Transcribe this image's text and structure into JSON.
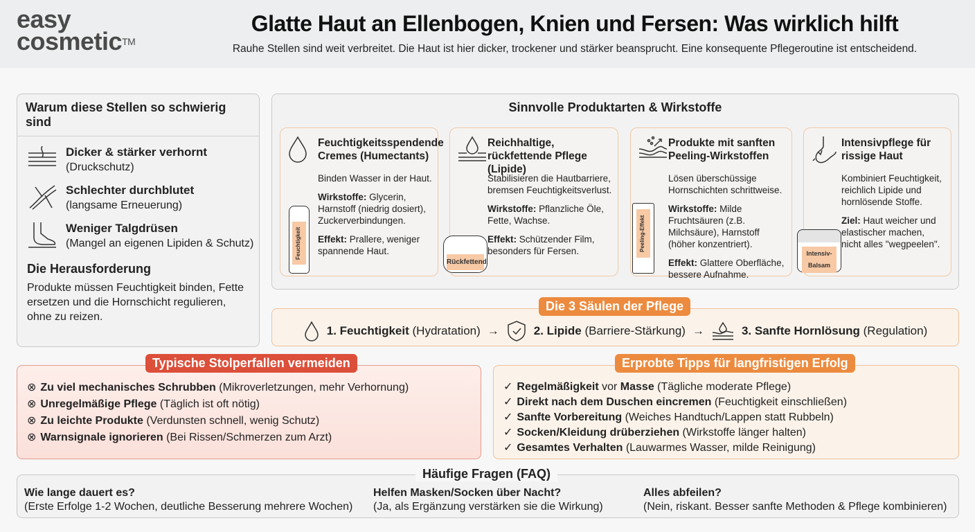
{
  "header": {
    "logo_line1": "easy",
    "logo_line2": "cosmetic",
    "logo_tm": "TM",
    "title": "Glatte Haut an Ellenbogen, Knien und Fersen: Was wirklich hilft",
    "subtitle": "Rauhe Stellen sind weit verbreitet. Die Haut ist hier dicker, trockener und stärker beansprucht. Eine konsequente Pflegeroutine ist entscheidend."
  },
  "why": {
    "title": "Warum diese Stellen so schwierig sind",
    "items": [
      {
        "icon": "skin-layers-icon",
        "bold": "Dicker & stärker verhornt",
        "text": "(Druckschutz)"
      },
      {
        "icon": "blood-vessel-icon",
        "bold": "Schlechter durchblutet",
        "text": "(langsame Erneuerung)"
      },
      {
        "icon": "foot-icon",
        "bold": "Weniger Talgdrüsen",
        "text": "(Mangel an eigenen Lipiden & Schutz)"
      }
    ],
    "challenge_title": "Die Herausforderung",
    "challenge_text": "Produkte müssen Feuchtigkeit binden, Fette ersetzen und die Hornschicht regulieren, ohne zu reizen."
  },
  "products": {
    "title": "Sinnvolle Produktarten & Wirkstoffe",
    "cards": [
      {
        "icon": "droplet-icon",
        "title": "Feuchtigkeitsspendende Cremes (Humectants)",
        "desc": "Binden Wasser in der Haut.",
        "l1": "Wirkstoffe:",
        "t1": " Glycerin, Harnstoff (niedrig dosiert), Zuckerverbindungen.",
        "l2": "Effekt:",
        "t2": " Prallere, weniger spannende Haut.",
        "product_label": "Feuchtigkeit"
      },
      {
        "icon": "droplet-skin-icon",
        "title": "Reichhaltige, rückfettende Pflege (Lipide)",
        "desc": "Stabilisieren die Hautbarriere, bremsen Feuchtigkeitsverlust.",
        "l1": "Wirkstoffe:",
        "t1": " Pflanzliche Öle, Fette, Wachse.",
        "l2": "Effekt:",
        "t2": " Schützender Film, besonders für Fersen.",
        "product_label": "Rückfettend"
      },
      {
        "icon": "peeling-icon",
        "title": "Produkte mit sanften Peeling-Wirkstoffen",
        "desc": "Lösen überschüssige Hornschichten schrittweise.",
        "l1": "Wirkstoffe:",
        "t1": " Milde Fruchtsäuren (z.B. Milchsäure), Harnstoff (höher konzentriert).",
        "l2": "Effekt:",
        "t2": " Glattere Oberfläche, bessere Aufnahme.",
        "product_label": "Peeling-Effekt"
      },
      {
        "icon": "cracked-heel-icon",
        "title": "Intensivpflege für rissige Haut",
        "desc": "Kombiniert Feuchtigkeit, reichlich Lipide und hornlösende Stoffe.",
        "l1": "Ziel:",
        "t1": " Haut weicher und elastischer machen, nicht alles \"wegpeelen\".",
        "product_label": "Intensiv-Balsam"
      }
    ]
  },
  "pillars": {
    "title": "Die 3 Säulen der Pflege",
    "items": [
      {
        "bold": "1. Feuchtigkeit",
        "text": " (Hydratation)"
      },
      {
        "bold": "2. Lipide",
        "text": " (Barriere-Stärkung)"
      },
      {
        "bold": "3. Sanfte Hornlösung",
        "text": " (Regulation)"
      }
    ],
    "arrow": "→"
  },
  "pitfalls": {
    "title": "Typische Stolperfallen vermeiden",
    "items": [
      {
        "bold": "Zu viel mechanisches Schrubben",
        "text": " (Mikroverletzungen, mehr Verhornung)"
      },
      {
        "bold": "Unregelmäßige Pflege",
        "text": " (Täglich ist oft nötig)"
      },
      {
        "bold": "Zu leichte Produkte",
        "text": " (Verdunsten schnell, wenig Schutz)"
      },
      {
        "bold": "Warnsignale ignorieren",
        "text": " (Bei Rissen/Schmerzen zum Arzt)"
      }
    ]
  },
  "tips": {
    "title": "Erprobte Tipps für langfristigen Erfolg",
    "items": [
      {
        "bold": "Regelmäßigkeit",
        "mid": " vor ",
        "bold2": "Masse",
        "text": " (Tägliche moderate Pflege)"
      },
      {
        "bold": "Direkt nach dem Duschen eincremen",
        "text": " (Feuchtigkeit einschließen)"
      },
      {
        "bold": "Sanfte Vorbereitung",
        "text": " (Weiches Handtuch/Lappen statt Rubbeln)"
      },
      {
        "bold": "Socken/Kleidung drüberziehen",
        "text": " (Wirkstoffe länger halten)"
      },
      {
        "bold": "Gesamtes Verhalten",
        "text": " (Lauwarmes Wasser, milde Reinigung)"
      }
    ]
  },
  "faq": {
    "title": "Häufige Fragen (FAQ)",
    "items": [
      {
        "q": "Wie lange dauert es?",
        "a": "(Erste Erfolge 1-2 Wochen, deutliche Besserung mehrere Wochen)"
      },
      {
        "q": "Helfen Masken/Socken über Nacht?",
        "a": "(Ja, als Ergänzung verstärken sie die Wirkung)"
      },
      {
        "q": "Alles abfeilen?",
        "a": "(Nein, riskant. Besser sanfte Methoden & Pflege kombinieren)"
      }
    ]
  },
  "colors": {
    "orange": "#ec8b3f",
    "red": "#dc4f3a",
    "card_border": "#f0c9a8"
  }
}
